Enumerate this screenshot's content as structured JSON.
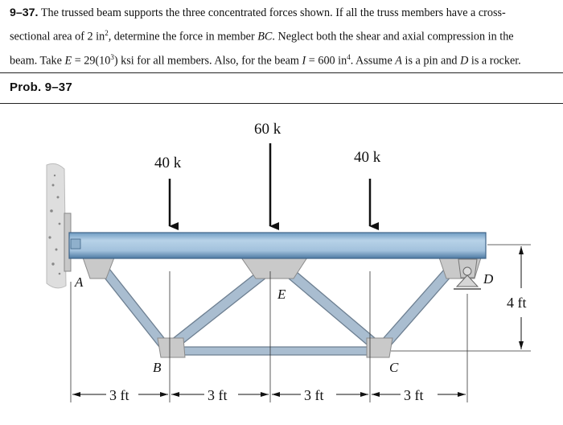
{
  "problem": {
    "number": "9–37.",
    "line1": "The trussed beam supports the three concentrated forces shown. If all the truss members have a cross-",
    "line2a": "sectional area of 2 in",
    "line2_sup": "2",
    "line2b": ", determine the force in member ",
    "line2_bc": "BC",
    "line2c": ". Neglect both the shear and axial compression in the",
    "line3a": "beam. Take ",
    "line3_e": "E",
    "line3b": " = 29(10",
    "line3_sup1": "3",
    "line3c": ") ksi for all members. Also, for the beam ",
    "line3_i": "I",
    "line3d": " = 600 in",
    "line3_sup2": "4",
    "line3e": ". Assume ",
    "line3_a": "A",
    "line3f": " is a pin and ",
    "line3_d": "D",
    "line3g": " is a rocker."
  },
  "prob_label": "Prob.  9–37",
  "figure": {
    "loads": [
      "40 k",
      "60 k",
      "40 k"
    ],
    "points": {
      "A": "A",
      "B": "B",
      "C": "C",
      "D": "D",
      "E": "E"
    },
    "dimensions": {
      "spans": [
        "3 ft",
        "3 ft",
        "3 ft",
        "3 ft"
      ],
      "height": "4 ft"
    },
    "colors": {
      "beam": "#a8c6de",
      "beam_dark": "#5f8cb4",
      "truss": "#a9bdd0",
      "gusset": "#c9c9c9",
      "wall": "#dcdcdc"
    }
  }
}
